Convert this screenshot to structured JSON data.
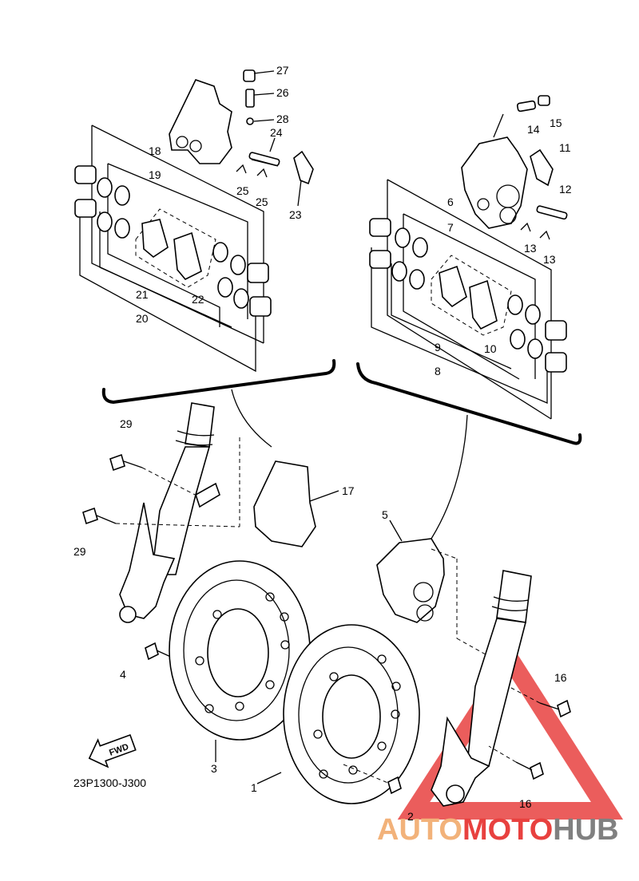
{
  "diagram_code": "23P1300-J300",
  "fwd_label": "FWD",
  "watermark": {
    "part1": "AUTO",
    "part2": "MOTO",
    "part3": "HUB",
    "color_orange": "#f2b27a",
    "color_red": "#e8413f",
    "color_grey": "#808080"
  },
  "callouts": {
    "c1": "1",
    "c2": "2",
    "c3": "3",
    "c4": "4",
    "c5": "5",
    "c6": "6",
    "c7": "7",
    "c8": "8",
    "c9": "9",
    "c10": "10",
    "c11": "11",
    "c12": "12",
    "c13a": "13",
    "c13b": "13",
    "c14": "14",
    "c15": "15",
    "c16a": "16",
    "c16b": "16",
    "c17": "17",
    "c18": "18",
    "c19": "19",
    "c20": "20",
    "c21": "21",
    "c22": "22",
    "c23": "23",
    "c24": "24",
    "c25a": "25",
    "c25b": "25",
    "c26": "26",
    "c27": "27",
    "c28": "28",
    "c29a": "29",
    "c29b": "29"
  }
}
